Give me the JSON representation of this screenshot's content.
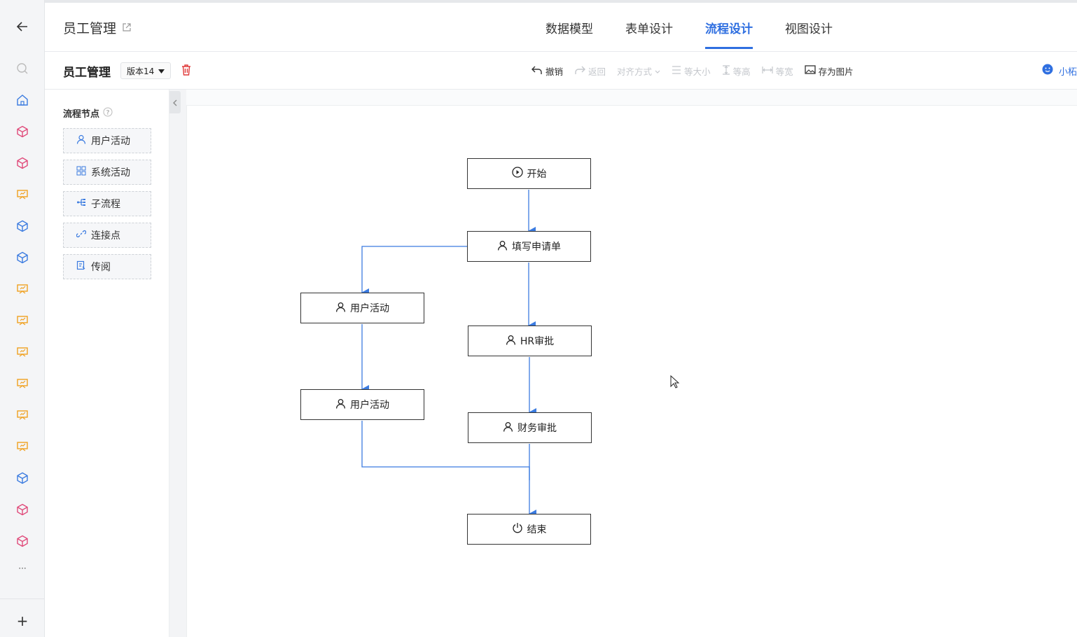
{
  "app": {
    "title": "员工管理"
  },
  "tabs": [
    {
      "label": "数据模型"
    },
    {
      "label": "表单设计"
    },
    {
      "label": "流程设计"
    },
    {
      "label": "视图设计"
    }
  ],
  "toolbar": {
    "title": "员工管理",
    "version": "版本14",
    "undo": "撤销",
    "redo": "返回",
    "align": "对齐方式",
    "same_size": "等大小",
    "same_height": "等高",
    "same_width": "等宽",
    "save_image": "存为图片",
    "user": "小柘"
  },
  "panel": {
    "title": "流程节点",
    "items": [
      {
        "label": "用户活动",
        "icon": "user-icon"
      },
      {
        "label": "系统活动",
        "icon": "grid-icon"
      },
      {
        "label": "子流程",
        "icon": "subflow-icon"
      },
      {
        "label": "连接点",
        "icon": "link-icon"
      },
      {
        "label": "传阅",
        "icon": "circulate-icon"
      }
    ]
  },
  "flow": {
    "start": "开始",
    "fill_form": "填写申请单",
    "user_activity_1": "用户活动",
    "user_activity_2": "用户活动",
    "hr_approval": "HR审批",
    "finance_approval": "财务审批",
    "end": "结束"
  },
  "rail": {
    "more": "···",
    "add": "+"
  },
  "colors": {
    "accent": "#2f6fe0",
    "pink": "#e04a7a",
    "orange": "#f0a020",
    "blue": "#3b7be0",
    "line": "#3b7be0"
  }
}
